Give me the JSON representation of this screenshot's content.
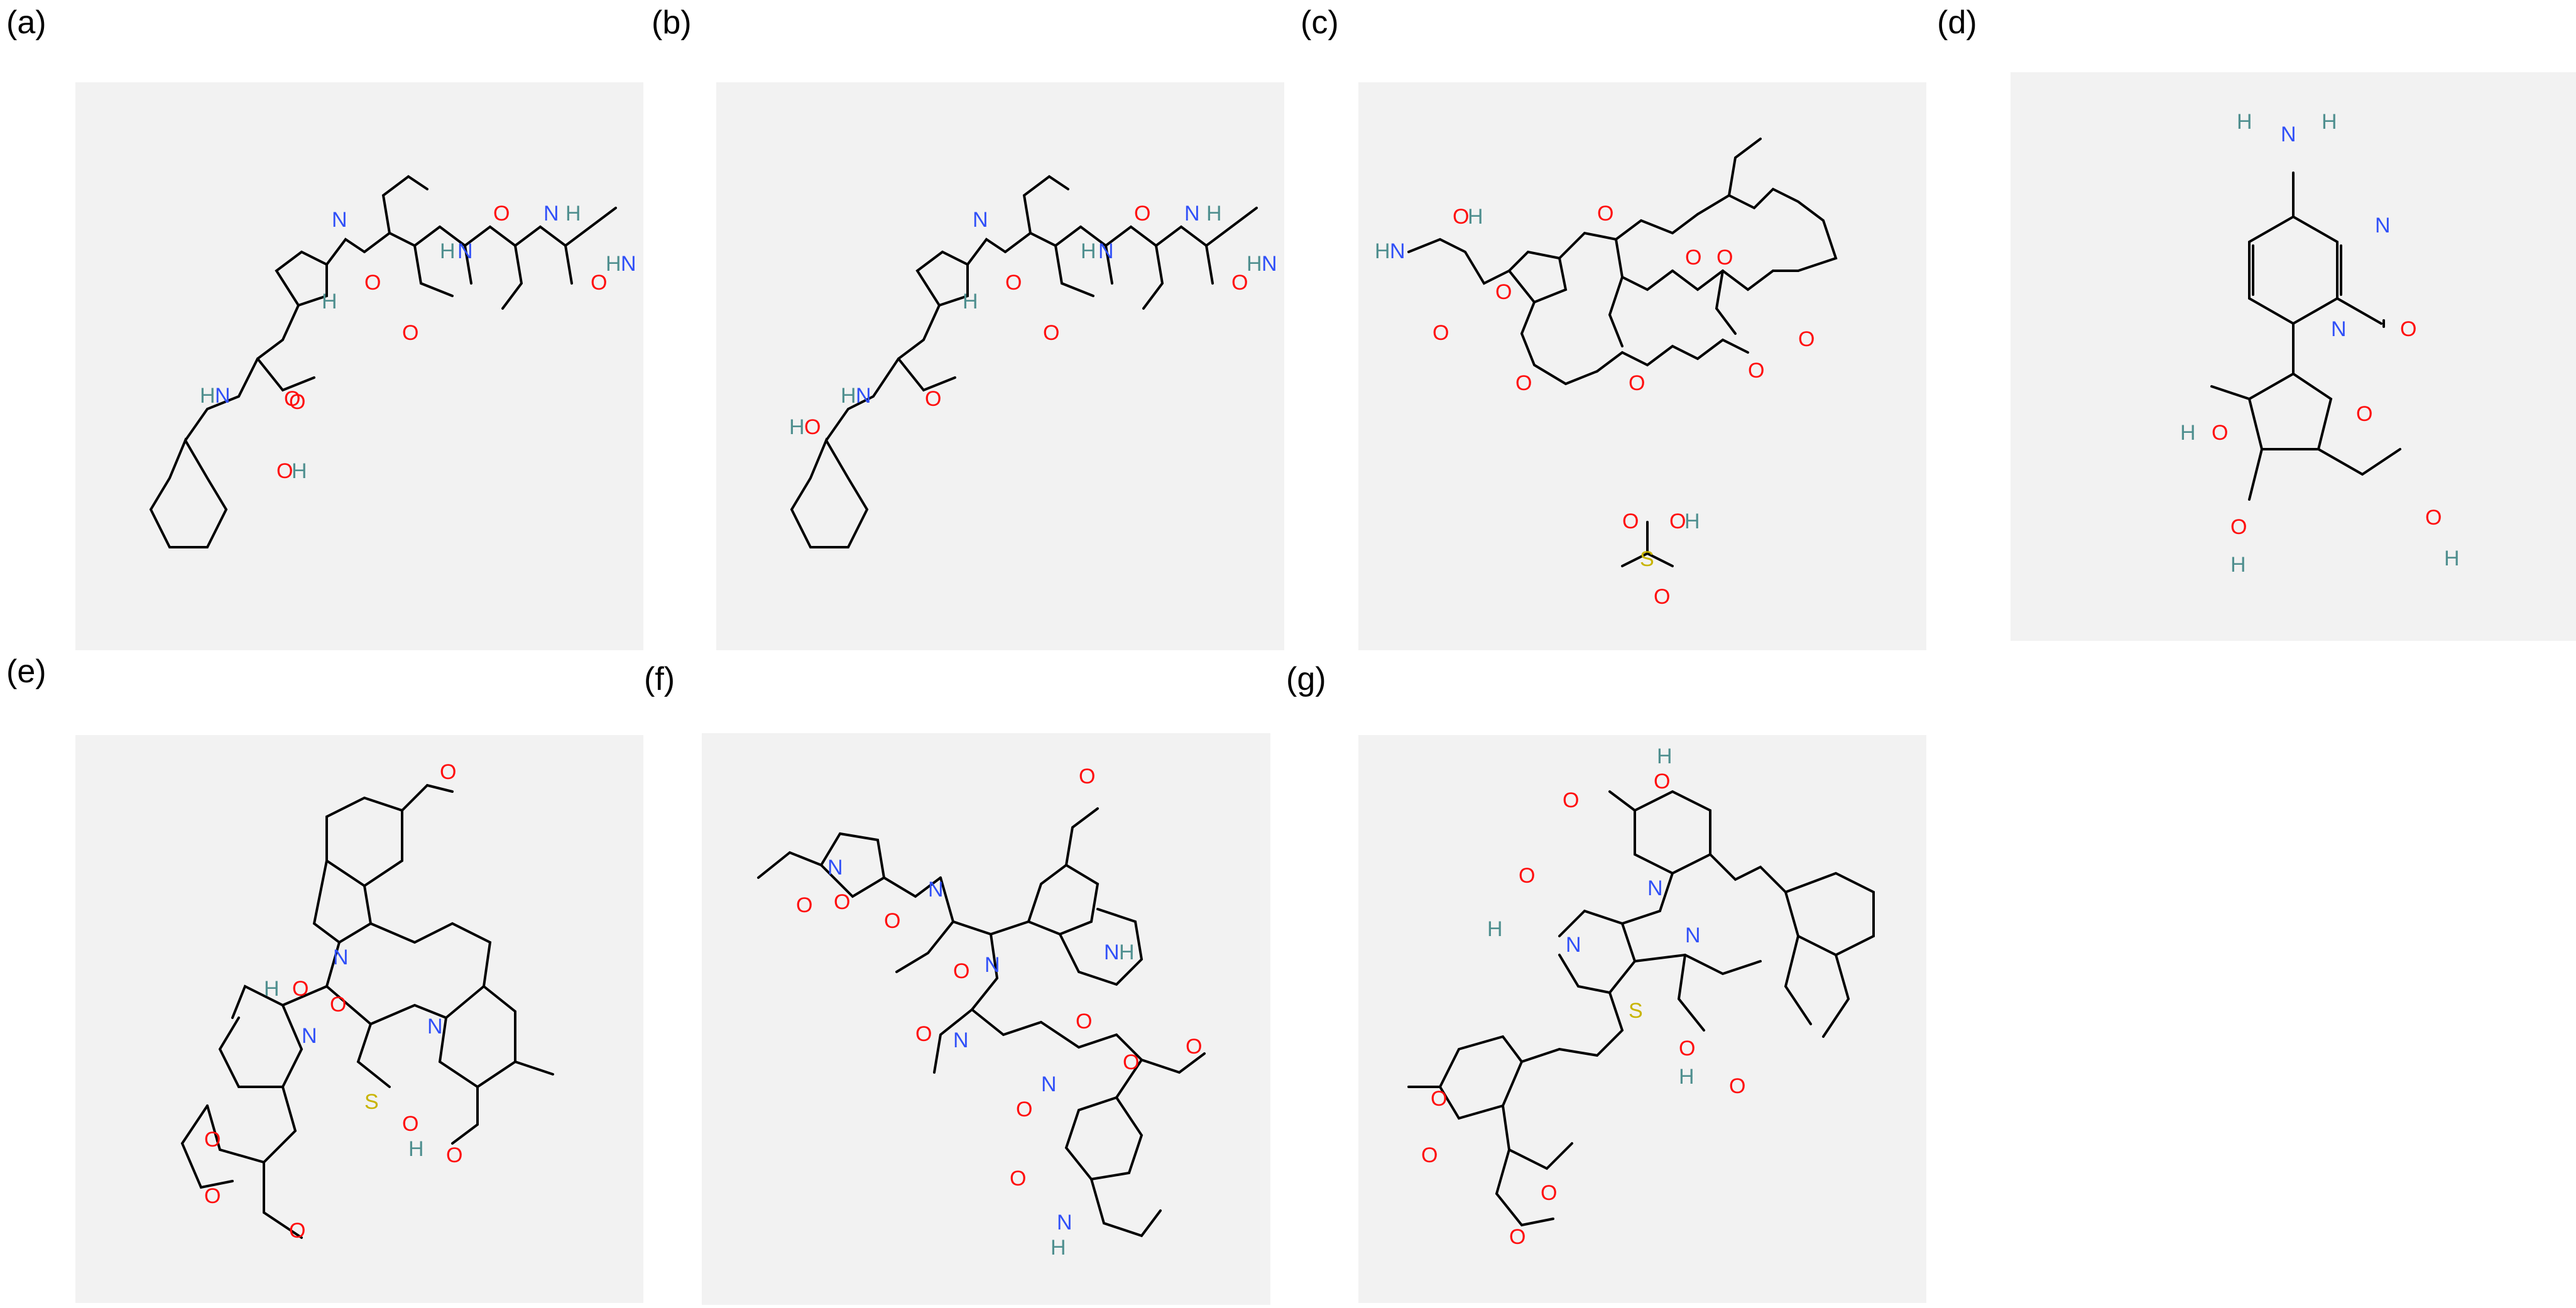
{
  "panels": [
    {
      "id": "a",
      "label": "(a)",
      "atoms": [
        {
          "t": "N",
          "k": "n"
        },
        {
          "t": "O",
          "k": "o"
        },
        {
          "t": "O",
          "k": "o"
        },
        {
          "t": "O",
          "k": "o"
        },
        {
          "t": "H",
          "k": "h"
        },
        {
          "t": "H",
          "k": "h"
        },
        {
          "t": "N",
          "k": "n"
        },
        {
          "t": "N",
          "k": "n"
        },
        {
          "t": "O",
          "k": "o"
        },
        {
          "t": "O",
          "k": "o"
        },
        {
          "t": "O",
          "k": "o"
        },
        {
          "t": "H",
          "k": "h"
        },
        {
          "t": "N",
          "k": "n"
        },
        {
          "t": "H",
          "k": "h"
        },
        {
          "t": "N",
          "k": "n"
        },
        {
          "t": "H",
          "k": "h"
        },
        {
          "t": "O",
          "k": "o"
        },
        {
          "t": "H",
          "k": "h"
        }
      ]
    },
    {
      "id": "b",
      "label": "(b)",
      "atoms": [
        {
          "t": "N",
          "k": "n"
        },
        {
          "t": "O",
          "k": "o"
        },
        {
          "t": "O",
          "k": "o"
        },
        {
          "t": "O",
          "k": "o"
        },
        {
          "t": "H",
          "k": "h"
        },
        {
          "t": "H",
          "k": "h"
        },
        {
          "t": "N",
          "k": "n"
        },
        {
          "t": "N",
          "k": "n"
        },
        {
          "t": "O",
          "k": "o"
        },
        {
          "t": "O",
          "k": "o"
        },
        {
          "t": "H",
          "k": "h"
        },
        {
          "t": "N",
          "k": "n"
        },
        {
          "t": "H",
          "k": "h"
        },
        {
          "t": "N",
          "k": "n"
        },
        {
          "t": "H",
          "k": "h"
        },
        {
          "t": "O",
          "k": "o"
        },
        {
          "t": "H",
          "k": "h"
        }
      ]
    },
    {
      "id": "c",
      "label": "(c)",
      "atoms": [
        {
          "t": "H",
          "k": "h"
        },
        {
          "t": "N",
          "k": "n"
        },
        {
          "t": "O",
          "k": "o"
        },
        {
          "t": "H",
          "k": "h"
        },
        {
          "t": "O",
          "k": "o"
        },
        {
          "t": "O",
          "k": "o"
        },
        {
          "t": "O",
          "k": "o"
        },
        {
          "t": "O",
          "k": "o"
        },
        {
          "t": "O",
          "k": "o"
        },
        {
          "t": "O",
          "k": "o"
        },
        {
          "t": "O",
          "k": "o"
        },
        {
          "t": "O",
          "k": "o"
        },
        {
          "t": "O",
          "k": "o"
        },
        {
          "t": "S",
          "k": "s"
        },
        {
          "t": "O",
          "k": "o"
        },
        {
          "t": "O",
          "k": "o"
        },
        {
          "t": "O",
          "k": "o"
        },
        {
          "t": "H",
          "k": "h"
        }
      ]
    },
    {
      "id": "d",
      "label": "(d)",
      "atoms": [
        {
          "t": "H",
          "k": "h"
        },
        {
          "t": "N",
          "k": "n"
        },
        {
          "t": "H",
          "k": "h"
        },
        {
          "t": "N",
          "k": "n"
        },
        {
          "t": "N",
          "k": "n"
        },
        {
          "t": "O",
          "k": "o"
        },
        {
          "t": "O",
          "k": "o"
        },
        {
          "t": "O",
          "k": "o"
        },
        {
          "t": "H",
          "k": "h"
        },
        {
          "t": "O",
          "k": "o"
        },
        {
          "t": "H",
          "k": "h"
        },
        {
          "t": "O",
          "k": "o"
        },
        {
          "t": "H",
          "k": "h"
        }
      ]
    },
    {
      "id": "e",
      "label": "(e)",
      "atoms": [
        {
          "t": "O",
          "k": "o"
        },
        {
          "t": "N",
          "k": "n"
        },
        {
          "t": "H",
          "k": "h"
        },
        {
          "t": "O",
          "k": "o"
        },
        {
          "t": "O",
          "k": "o"
        },
        {
          "t": "N",
          "k": "n"
        },
        {
          "t": "N",
          "k": "n"
        },
        {
          "t": "S",
          "k": "s"
        },
        {
          "t": "O",
          "k": "o"
        },
        {
          "t": "O",
          "k": "o"
        },
        {
          "t": "H",
          "k": "h"
        },
        {
          "t": "O",
          "k": "o"
        },
        {
          "t": "O",
          "k": "o"
        },
        {
          "t": "O",
          "k": "o"
        }
      ]
    },
    {
      "id": "f",
      "label": "(f)",
      "atoms": [
        {
          "t": "O",
          "k": "o"
        },
        {
          "t": "N",
          "k": "n"
        },
        {
          "t": "O",
          "k": "o"
        },
        {
          "t": "N",
          "k": "n"
        },
        {
          "t": "O",
          "k": "o"
        },
        {
          "t": "O",
          "k": "o"
        },
        {
          "t": "N",
          "k": "n"
        },
        {
          "t": "O",
          "k": "o"
        },
        {
          "t": "N",
          "k": "n"
        },
        {
          "t": "H",
          "k": "h"
        },
        {
          "t": "O",
          "k": "o"
        },
        {
          "t": "N",
          "k": "n"
        },
        {
          "t": "O",
          "k": "o"
        },
        {
          "t": "O",
          "k": "o"
        },
        {
          "t": "O",
          "k": "o"
        },
        {
          "t": "N",
          "k": "n"
        },
        {
          "t": "O",
          "k": "o"
        },
        {
          "t": "O",
          "k": "o"
        },
        {
          "t": "N",
          "k": "n"
        },
        {
          "t": "H",
          "k": "h"
        }
      ]
    },
    {
      "id": "g",
      "label": "(g)",
      "atoms": [
        {
          "t": "H",
          "k": "h"
        },
        {
          "t": "O",
          "k": "o"
        },
        {
          "t": "O",
          "k": "o"
        },
        {
          "t": "O",
          "k": "o"
        },
        {
          "t": "H",
          "k": "h"
        },
        {
          "t": "N",
          "k": "n"
        },
        {
          "t": "N",
          "k": "n"
        },
        {
          "t": "N",
          "k": "n"
        },
        {
          "t": "S",
          "k": "s"
        },
        {
          "t": "O",
          "k": "o"
        },
        {
          "t": "O",
          "k": "o"
        },
        {
          "t": "O",
          "k": "o"
        },
        {
          "t": "H",
          "k": "h"
        },
        {
          "t": "O",
          "k": "o"
        },
        {
          "t": "O",
          "k": "o"
        },
        {
          "t": "O",
          "k": "o"
        }
      ]
    }
  ],
  "colors": {
    "panel_background": "#f2f2f2",
    "bond": "#000000",
    "oxygen": "#ff0d0d",
    "nitrogen": "#3050f8",
    "hydrogen": "#4f8f8f",
    "sulfur": "#c8b400"
  }
}
